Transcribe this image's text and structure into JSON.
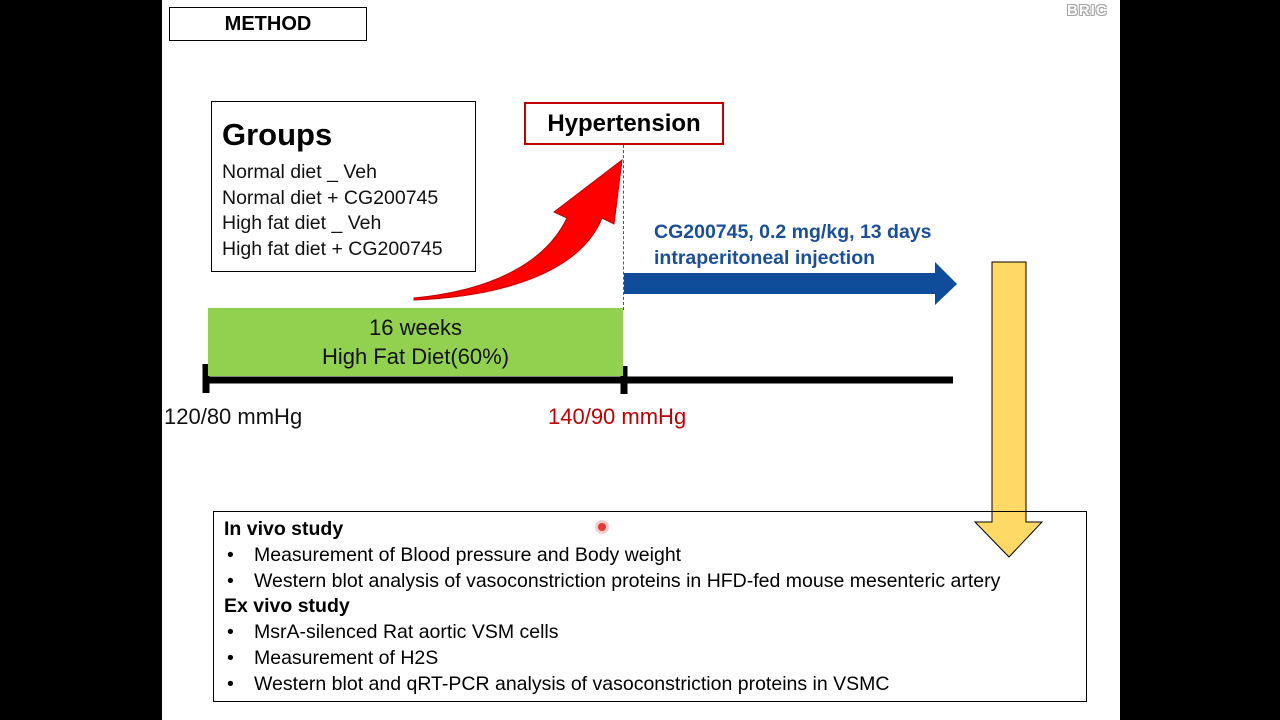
{
  "method_label": "METHOD",
  "logo_text": "BRIC",
  "groups": {
    "title": "Groups",
    "items": [
      "Normal diet _ Veh",
      "Normal diet + CG200745",
      "High fat diet _ Veh",
      "High fat diet + CG200745"
    ]
  },
  "hypertension_label": "Hypertension",
  "treatment": {
    "line1": "CG200745, 0.2 mg/kg, 13 days",
    "line2": "intraperitoneal injection"
  },
  "diet_bar": {
    "line1": "16 weeks",
    "line2": "High Fat Diet(60%)"
  },
  "bp_start": "120/80 mmHg",
  "bp_hypertension": "140/90 mmHg",
  "study": {
    "in_vivo": {
      "title": "In vivo study",
      "items": [
        "Measurement of Blood pressure and Body weight",
        "Western blot analysis of vasoconstriction proteins in HFD-fed mouse mesenteric artery"
      ]
    },
    "ex_vivo": {
      "title": "Ex vivo study",
      "items": [
        "MsrA-silenced Rat aortic VSM cells",
        "Measurement of H2S",
        "Western blot and qRT-PCR analysis of vasoconstriction proteins in VSMC"
      ]
    },
    "bullet": "•"
  },
  "colors": {
    "hypertension": "#c00000",
    "treatment": "#1b4f9a",
    "diet_bar": "#92d050",
    "red_arrow": "#ff0000",
    "blue_arrow": "#0f4d9b",
    "yellow_arrow": "#ffd966"
  }
}
